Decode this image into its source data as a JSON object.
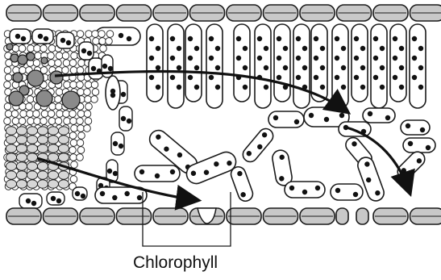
{
  "labels": {
    "chlorophyll": "Chlorophyll"
  },
  "colors": {
    "epidermis_fill": "#c8c8c8",
    "cell_outline": "#1a1a1a",
    "chloroplast": "#111111",
    "light_gray_cells": "#d6d6d6",
    "dark_gray_cells": "#8a8a8a",
    "arrow": "#111111",
    "background": "#ffffff"
  },
  "diagram": {
    "description_items": [
      "upper-epidermis",
      "palisade-layer",
      "spongy-layer",
      "lower-epidermis",
      "stoma",
      "vascular-bundle",
      "arrows",
      "bracket"
    ]
  }
}
